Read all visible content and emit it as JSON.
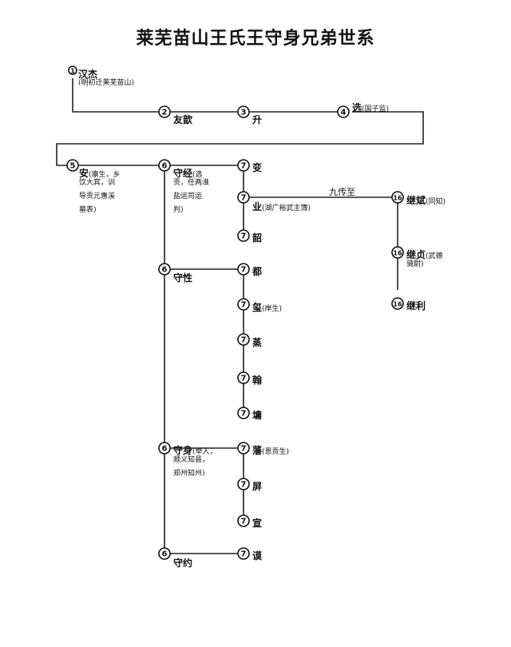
{
  "title": "莱芜苗山王氏王守身兄弟世系",
  "persons": [
    {
      "id": "p1",
      "gen": "1",
      "name": "汉杰",
      "note": "(明初迁莱芜苗山)"
    },
    {
      "id": "p2",
      "gen": "2",
      "name": "友歆",
      "note": ""
    },
    {
      "id": "p3",
      "gen": "3",
      "name": "升",
      "note": ""
    },
    {
      "id": "p4",
      "gen": "4",
      "name": "选",
      "note": "(国子监)"
    },
    {
      "id": "p5",
      "gen": "5",
      "name": "安",
      "note": "(廪生，乡饮大宾，训导贡元惠溪墓表)",
      "lines": [
        "(廪生，乡",
        "饮大宾，训",
        "导贡元惠溪",
        "墓表)"
      ]
    },
    {
      "id": "p6a",
      "gen": "6",
      "name": "守经",
      "note": "(选贡，任两淮盐运司运判)",
      "lines": [
        "(选",
        "贡，任两淮",
        "盐运司运",
        "判)"
      ]
    },
    {
      "id": "p6b",
      "gen": "6",
      "name": "守性",
      "note": ""
    },
    {
      "id": "p6c",
      "gen": "6",
      "name": "守身",
      "note": "(举人，顺义知县，郑州知州)",
      "lines": [
        "(举人，",
        "顺义知县，",
        "郑州知州)"
      ]
    },
    {
      "id": "p6d",
      "gen": "6",
      "name": "守约",
      "note": ""
    },
    {
      "id": "p7a",
      "gen": "7",
      "name": "变",
      "note": ""
    },
    {
      "id": "p7b",
      "gen": "7",
      "name": "业",
      "note": "(湖广裕武主簿)"
    },
    {
      "id": "p7c",
      "gen": "7",
      "name": "韶",
      "note": ""
    },
    {
      "id": "p7d",
      "gen": "7",
      "name": "都",
      "note": ""
    },
    {
      "id": "p7e",
      "gen": "7",
      "name": "玺",
      "note": "(岸生)"
    },
    {
      "id": "p7f",
      "gen": "7",
      "name": "蒸",
      "note": ""
    },
    {
      "id": "p7g",
      "gen": "7",
      "name": "翰",
      "note": ""
    },
    {
      "id": "p7h",
      "gen": "7",
      "name": "墉",
      "note": ""
    },
    {
      "id": "p7i",
      "gen": "7",
      "name": "藩",
      "note": "(恩贡生)"
    },
    {
      "id": "p7j",
      "gen": "7",
      "name": "屏",
      "note": ""
    },
    {
      "id": "p7k",
      "gen": "7",
      "name": "宣",
      "note": ""
    },
    {
      "id": "p7l",
      "gen": "7",
      "name": "谟",
      "note": ""
    },
    {
      "id": "p16a",
      "gen": "16",
      "name": "继斌",
      "note": "(同知)"
    },
    {
      "id": "p16b",
      "gen": "16",
      "name": "继贞",
      "note": "(武德骑尉)",
      "lines": [
        "(武德",
        "骑尉)"
      ]
    },
    {
      "id": "p16c",
      "gen": "16",
      "name": "继利",
      "note": ""
    }
  ],
  "annotations": {
    "jump": "九传至"
  }
}
